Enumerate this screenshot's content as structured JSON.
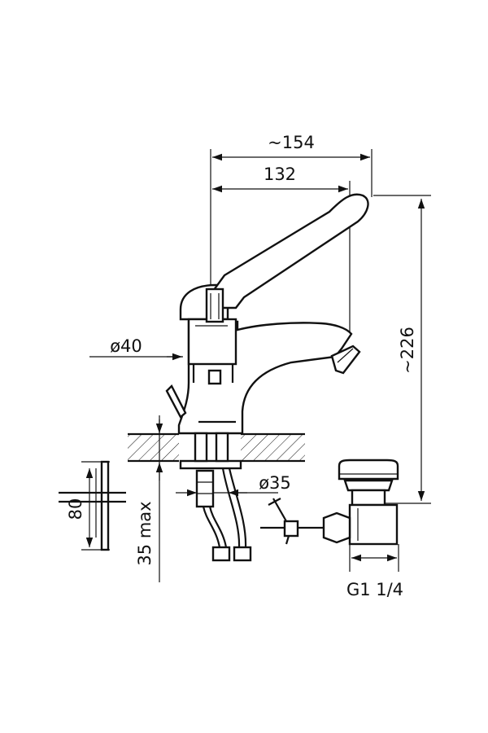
{
  "dimensions": {
    "overall_width": "~154",
    "spout_reach": "132",
    "height": "~226",
    "body_diameter": "ø40",
    "shank_diameter": "ø35",
    "max_deck_thickness": "35 max",
    "fixing_height": "80",
    "waste_thread": "G1 1/4"
  },
  "colors": {
    "ink": "#111111",
    "background": "#ffffff"
  }
}
